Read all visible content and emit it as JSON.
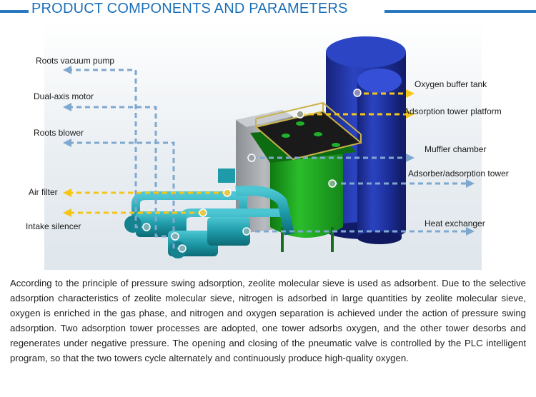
{
  "header": {
    "title": "PRODUCT COMPONENTS AND PARAMETERS"
  },
  "labels": {
    "roots_vacuum_pump": "Roots vacuum pump",
    "dual_axis_motor": "Dual-axis motor",
    "roots_blower": "Roots blower",
    "air_filter": "Air filter",
    "intake_silencer": "Intake silencer",
    "oxygen_buffer_tank": "Oxygen buffer tank",
    "adsorption_tower_platform": "Adsorption tower platform",
    "muffler_chamber": "Muffler chamber",
    "adsorber_tower": "Adsorber/adsorption tower",
    "heat_exchanger": "Heat exchanger"
  },
  "description": "According to the principle of pressure swing adsorption, zeolite molecular sieve is used as adsorbent. Due to the selective adsorption characteristics of zeolite molecular sieve, nitrogen is adsorbed in large quantities by zeolite molecular sieve, oxygen is enriched in the gas phase, and nitrogen and oxygen separation is achieved under the action of pressure swing adsorption. Two adsorption tower processes are adopted, one tower adsorbs oxygen, and the other tower desorbs and regenerates under negative pressure. The opening and closing of the pneumatic valve is controlled by the PLC intelligent program, so that the two towers cycle alternately and continuously produce high-quality oxygen.",
  "colors": {
    "header_blue": "#1b6fb9",
    "arrow_blue": "#7fa8d0",
    "arrow_yellow": "#f5c518",
    "tank_blue": "#1c2f9a",
    "tower_green": "#1fa21f",
    "pipe_teal": "#1e9aa8"
  }
}
